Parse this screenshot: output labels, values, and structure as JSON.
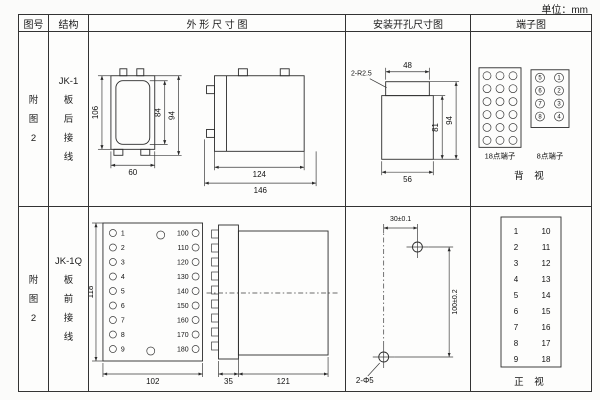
{
  "unit_label": "单位：mm",
  "headers": {
    "fig_no": "图号",
    "structure": "结构",
    "outline": "外 形 尺 寸 图",
    "install": "安装开孔尺寸图",
    "terminal": "端子图"
  },
  "row1": {
    "fig_no": "附\n图\n2",
    "structure": "JK-1\n板\n后\n接\n线",
    "outline_dims": {
      "height": "106",
      "inner_height": "84",
      "total_height": "94",
      "width": "60",
      "side_width": "124",
      "side_total_width": "146"
    },
    "install_dims": {
      "corner": "2-R2.5",
      "top_width": "48",
      "inner_height": "81",
      "total_height": "94",
      "bottom_width": "56"
    },
    "terminal_view": {
      "label_18": "18点端子",
      "label_8": "8点端子",
      "view": "背 视",
      "t8_left": [
        "5",
        "6",
        "7",
        "8"
      ],
      "t8_right": [
        "1",
        "2",
        "3",
        "4"
      ]
    }
  },
  "row2": {
    "fig_no": "附\n图\n2",
    "structure": "JK-1Q\n板\n前\n接\n线",
    "outline": {
      "left_terminals": [
        "1",
        "2",
        "3",
        "4",
        "5",
        "6",
        "7",
        "8",
        "9"
      ],
      "right_terminals": [
        "100",
        "110",
        "120",
        "130",
        "140",
        "150",
        "160",
        "170",
        "180"
      ],
      "height": "118",
      "width": "102",
      "side_front": "35",
      "side_body": "121"
    },
    "install_dims": {
      "h_offset": "30±0.1",
      "v_offset": "100±0.2",
      "holes": "2-Φ5"
    },
    "terminal_view": {
      "left": [
        "1",
        "2",
        "3",
        "4",
        "5",
        "6",
        "7",
        "8",
        "9"
      ],
      "right": [
        "10",
        "11",
        "12",
        "13",
        "14",
        "15",
        "16",
        "17",
        "18"
      ],
      "view": "正 视"
    }
  }
}
